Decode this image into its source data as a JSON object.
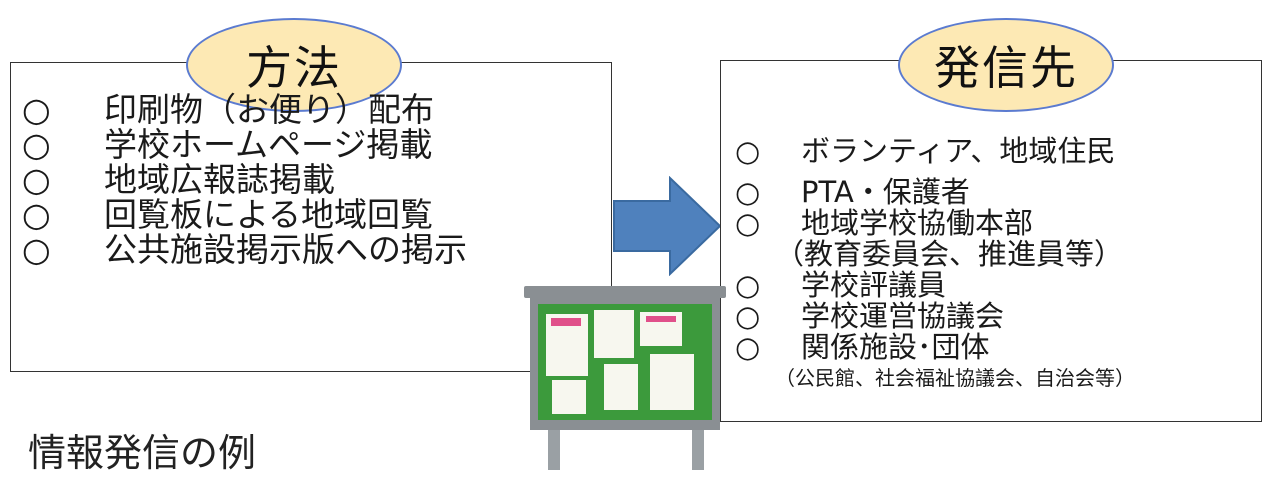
{
  "left_box": {
    "title": "方法",
    "items": [
      {
        "mark": "○",
        "text": "印刷物（お便り）配布"
      },
      {
        "mark": "○",
        "text": "学校ホームページ掲載"
      },
      {
        "mark": "○",
        "text": "地域広報誌掲載"
      },
      {
        "mark": "○",
        "text": "回覧板による地域回覧"
      },
      {
        "mark": "○",
        "text": "公共施設掲示版への掲示"
      }
    ]
  },
  "right_box": {
    "title": "発信先",
    "items": [
      {
        "mark": "○",
        "text": "ボランティア、地域住民"
      },
      {
        "mark": "○",
        "text": "PTA・保護者"
      },
      {
        "mark": "○",
        "text": "地域学校協働本部",
        "sub": "（教育委員会、推進員等）"
      },
      {
        "mark": "○",
        "text": "学校評議員"
      },
      {
        "mark": "○",
        "text": "学校運営協議会"
      },
      {
        "mark": "○",
        "text": "関係施設･団体",
        "sub_small": "（公民館、社会福祉協議会、自治会等）"
      }
    ]
  },
  "footer_title": "情報発信の例",
  "colors": {
    "pill_fill": "#fde9b4",
    "pill_border": "#5b7bd0",
    "arrow": "#4f81bd",
    "board_green": "#3c9a3c",
    "board_frame": "#8a8f93"
  },
  "icons": {
    "arrow": "right-arrow-icon",
    "bulletin_board": "bulletin-board-illustration"
  }
}
